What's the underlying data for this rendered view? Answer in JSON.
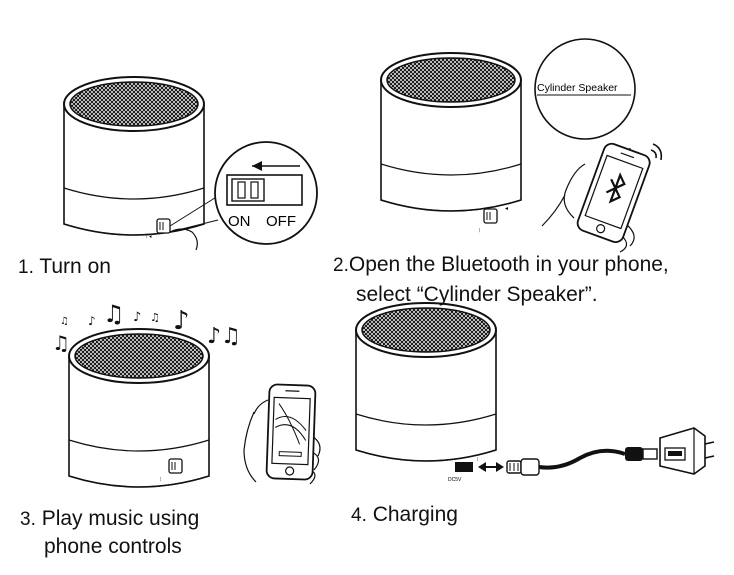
{
  "steps": [
    {
      "number": "1.",
      "text": "Turn on"
    },
    {
      "number": "2.",
      "line1": "Open the Bluetooth in your phone,",
      "line2": "select “Cylinder Speaker”."
    },
    {
      "number": "3.",
      "line1": "Play music using",
      "line2": "phone controls"
    },
    {
      "number": "4.",
      "text": "Charging"
    }
  ],
  "switch": {
    "on_label": "ON",
    "off_label": "OFF"
  },
  "bubble": {
    "label": "Cylinder Speaker"
  },
  "port": {
    "label": "DC5V"
  },
  "icons": [
    "bluetooth-icon",
    "music-note-icon",
    "wifi-signal-icon",
    "arrow-left-icon",
    "usb-plug-icon"
  ],
  "colors": {
    "line": "#111111",
    "mesh": "#1a1a1a",
    "background": "#ffffff"
  }
}
